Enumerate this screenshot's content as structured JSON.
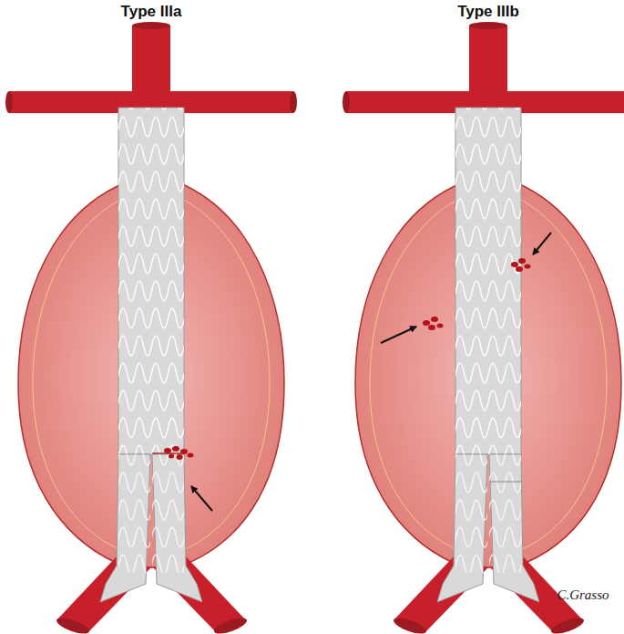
{
  "diagram": {
    "labels": [
      "Type IIIa",
      "Type IIIb",
      "C.Grasso"
    ]
  }
}
